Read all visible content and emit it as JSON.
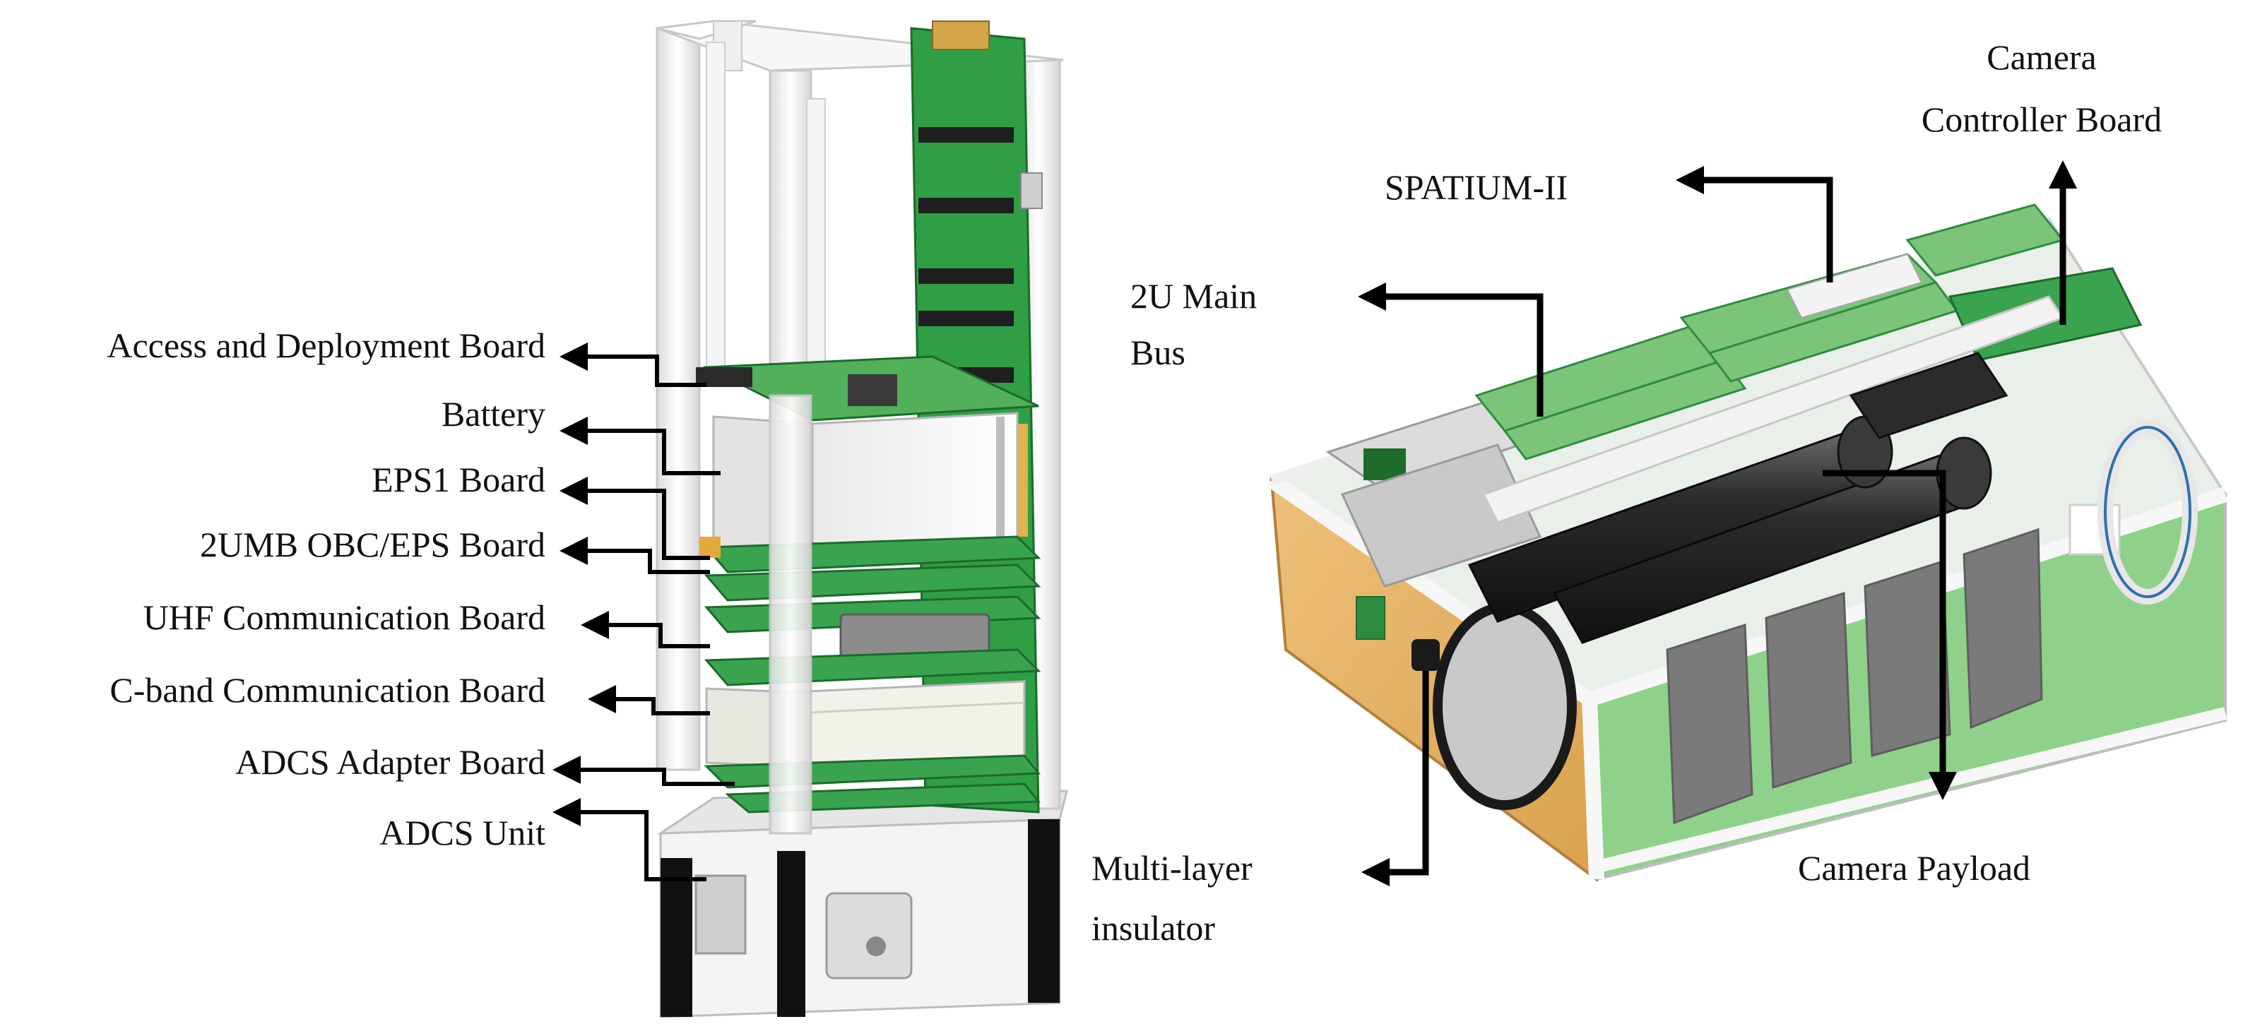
{
  "left_labels": [
    "Access and Deployment Board",
    "Battery",
    "EPS1 Board",
    "2UMB OBC/EPS Board",
    "UHF Communication Board",
    "C-band Communication Board",
    "ADCS Adapter Board",
    "ADCS Unit"
  ],
  "right_labels": {
    "camera_controller_line1": "Camera",
    "camera_controller_line2": "Controller Board",
    "spatium": "SPATIUM-II",
    "main_bus_line1": "2U Main",
    "main_bus_line2": "Bus",
    "camera_payload": "Camera Payload",
    "insulator_line1": "Multi-layer",
    "insulator_line2": "insulator"
  },
  "colors": {
    "pcb_green": "#2f9e45",
    "pcb_light": "#7cc47a",
    "frame_white": "#f2f2f2",
    "gold_panel": "#e3b15e",
    "solar_grey": "#7a7a7a",
    "arrow": "#000000"
  }
}
